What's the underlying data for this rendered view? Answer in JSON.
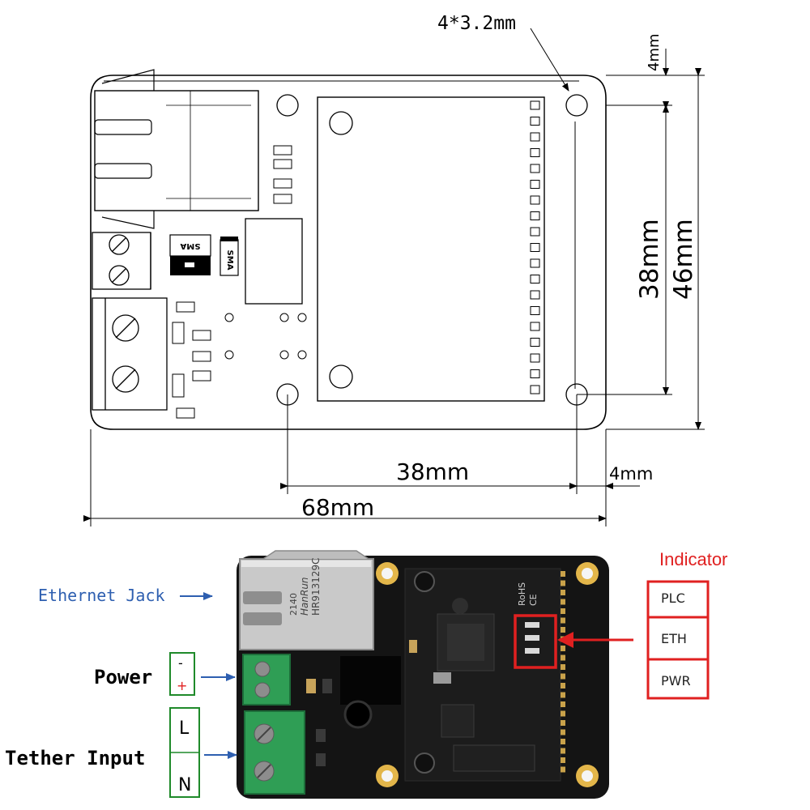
{
  "drawing": {
    "hole_label": "4*3.2mm",
    "dim_top_offset": "4mm",
    "dim_hole_span_v": "38mm",
    "dim_height": "46mm",
    "dim_hole_span_h": "38mm",
    "dim_right_offset": "4mm",
    "dim_width": "68mm",
    "diode_label": "SMA"
  },
  "photo": {
    "rj45_line1": "HanRun",
    "rj45_line2": "HR913129C",
    "rj45_line3": "2140",
    "rohs": "RoHS",
    "ce": "CE"
  },
  "callouts": {
    "ethernet": "Ethernet Jack",
    "power": "Power",
    "power_minus": "-",
    "power_plus": "+",
    "tether": "Tether Input",
    "tether_l": "L",
    "tether_n": "N",
    "indicator_title": "Indicator",
    "leds": [
      "PLC",
      "ETH",
      "PWR"
    ]
  },
  "colors": {
    "callout_blue": "#2e5fb0",
    "indicator_red": "#e02020",
    "box_green": "#1f8a2a",
    "board_black": "#141414",
    "terminal_green": "#2f9e55"
  }
}
